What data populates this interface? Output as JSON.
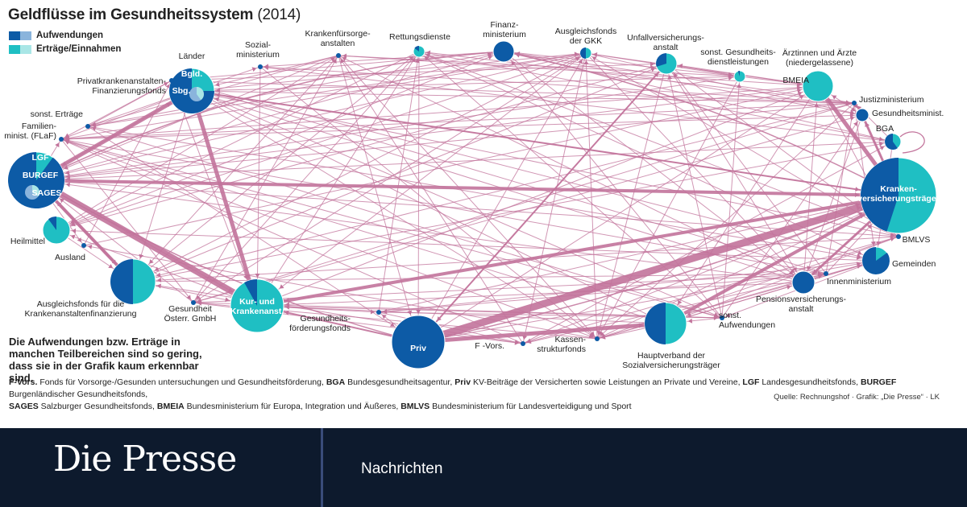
{
  "graphic": {
    "title": "Geldflüsse im Gesundheitssystem",
    "title_year": "(2014)",
    "legend": [
      {
        "label": "Aufwendungen",
        "colors": [
          "#0d5ba6",
          "#8ab4dc"
        ]
      },
      {
        "label": "Erträge/Einnahmen",
        "colors": [
          "#1fbfc3",
          "#a9e6e6"
        ]
      }
    ],
    "colors": {
      "expense": "#0d5ba6",
      "income": "#1fbfc3",
      "expense_light": "#8ab4dc",
      "income_light": "#a9e6e6",
      "flow": "#c2739b"
    },
    "nodes": [
      {
        "id": "laender",
        "label": "Länder",
        "label_pos": "top",
        "expense_share": 0.75,
        "inner_labels": [
          "Bgld.",
          "Sbg."
        ]
      },
      {
        "id": "privkaf",
        "label": "Privatkrankenanstalten-\nFinanzierungsfonds",
        "label_pos": "left"
      },
      {
        "id": "sonstert",
        "label": "sonst. Erträge",
        "label_pos": "left"
      },
      {
        "id": "flaf",
        "label": "Familien-\nminist. (FLaF)",
        "label_pos": "left"
      },
      {
        "id": "lgf",
        "label": "",
        "expense_share": 0.9,
        "inner_labels": [
          "LGF",
          "BURGEF",
          "SAGES"
        ]
      },
      {
        "id": "heilmittel",
        "label": "Heilmittel",
        "label_pos": "left",
        "expense_share": 0.1
      },
      {
        "id": "ausland",
        "label": "Ausland",
        "label_pos": "bottom"
      },
      {
        "id": "agfkaf",
        "label": "Ausgleichsfonds für die\nKrankenanstaltenfinanzierung",
        "label_pos": "bottom",
        "expense_share": 0.5
      },
      {
        "id": "goeg",
        "label": "Gesundheit\nÖsterr. GmbH",
        "label_pos": "bottom"
      },
      {
        "id": "kuk",
        "label": "",
        "expense_share": 0.08,
        "inner_labels": [
          "Kur- und",
          "Krankenanst."
        ]
      },
      {
        "id": "sozmin",
        "label": "Sozial-\nministerium",
        "label_pos": "top"
      },
      {
        "id": "kfa",
        "label": "Krankenfürsorge-\nanstalten",
        "label_pos": "top"
      },
      {
        "id": "rett",
        "label": "Rettungsdienste",
        "label_pos": "top",
        "expense_share": 0.15
      },
      {
        "id": "finmin",
        "label": "Finanz-\nministerium",
        "label_pos": "top",
        "expense_share": 1.0
      },
      {
        "id": "agfgkk",
        "label": "Ausgleichsfonds\nder GKK",
        "label_pos": "top",
        "expense_share": 0.5
      },
      {
        "id": "uva",
        "label": "Unfallversicherungs-\nanstalt",
        "label_pos": "top",
        "expense_share": 0.3
      },
      {
        "id": "sgd",
        "label": "sonst. Gesundheits-\ndienstleistungen",
        "label_pos": "top",
        "expense_share": 0.05
      },
      {
        "id": "aerzte",
        "label": "Ärztinnen und Ärzte\n(niedergelassene)",
        "label_pos": "top",
        "expense_share": 0.0
      },
      {
        "id": "bmeia",
        "label": "BMEIA",
        "label_pos": "left"
      },
      {
        "id": "justiz",
        "label": "Justizministerium",
        "label_pos": "right"
      },
      {
        "id": "gesmin",
        "label": "Gesundheitsminist.",
        "label_pos": "right",
        "expense_share": 1.0
      },
      {
        "id": "bga",
        "label": "BGA",
        "label_pos": "top",
        "expense_share": 0.6
      },
      {
        "id": "kvt",
        "label": "",
        "expense_share": 0.45,
        "inner_labels": [
          "Kranken-",
          "versicherungsträger"
        ]
      },
      {
        "id": "bmlvs",
        "label": "BMLVS",
        "label_pos": "bottom"
      },
      {
        "id": "gemeinden",
        "label": "Gemeinden",
        "label_pos": "right",
        "expense_share": 0.85
      },
      {
        "id": "innen",
        "label": "Innenministerium",
        "label_pos": "right",
        "expense_share": 1.0
      },
      {
        "id": "pva",
        "label": "Pensionsversicherungs-\nanstalt",
        "label_pos": "bottom"
      },
      {
        "id": "sonstauf",
        "label": "sonst.\nAufwendungen",
        "label_pos": "right"
      },
      {
        "id": "hv",
        "label": "Hauptverband der\nSozialversicherungsträger",
        "label_pos": "bottom",
        "expense_share": 0.5
      },
      {
        "id": "kasse",
        "label": "Kassen-\nstrukturfonds",
        "label_pos": "left"
      },
      {
        "id": "fvors",
        "label": "F -Vors.",
        "label_pos": "left"
      },
      {
        "id": "priv",
        "label": "",
        "expense_share": 1.0,
        "inner_labels": [
          "Priv"
        ]
      },
      {
        "id": "gff",
        "label": "Gesundheits-\nförderungsfonds",
        "label_pos": "left"
      }
    ],
    "note": "Die Aufwendungen bzw. Erträge in manchen Teilbereichen sind so gering, dass sie in der Grafik kaum erkennbar sind.",
    "footnote": [
      {
        "abbr": "F-Vors.",
        "text": "Fonds für Vorsorge-/Gesunden untersuchungen und Gesundheitsförderung,"
      },
      {
        "abbr": "BGA",
        "text": "Bundesgesundheitsagentur,"
      },
      {
        "abbr": "Priv",
        "text": "KV-Beiträge der Versicherten sowie Leistungen an Private und Vereine,"
      },
      {
        "abbr": "LGF",
        "text": "Landesgesundheitsfonds,"
      },
      {
        "abbr": "BURGEF",
        "text": "Burgenländischer Gesundheitsfonds,"
      },
      {
        "abbr": "SAGES",
        "text": "Salzburger Gesundheitsfonds,"
      },
      {
        "abbr": "BMEIA",
        "text": "Bundesministerium für Europa, Integration und Äußeres,"
      },
      {
        "abbr": "BMLVS",
        "text": "Bundesministerium für Landesverteidigung und Sport"
      }
    ],
    "source": "Quelle: Rechnungshof · Grafik: „Die Presse“ · LK"
  },
  "banner": {
    "logo": "Die Presse",
    "section": "Nachrichten"
  }
}
